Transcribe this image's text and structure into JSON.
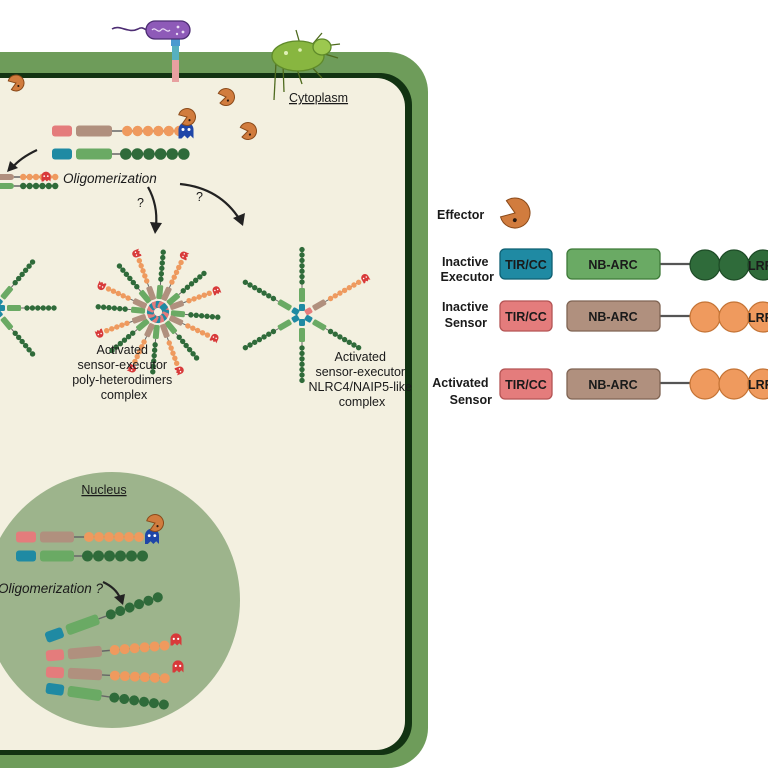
{
  "cell": {
    "cytoplasm_label": "Cytoplasm",
    "nucleus_label": "Nucleus",
    "oligomerization_label": "Oligomerization",
    "nuclear_oligomerization_label": "Oligomerization ?",
    "question_left": "?",
    "question_right": "?",
    "hetero_complex_label": [
      "Activated",
      "sensor-executor",
      "poly-heterodimers",
      "complex"
    ],
    "nlrc4_complex_label": [
      "Activated",
      "sensor-executor",
      "NLRC4/NAIP5-like",
      "complex"
    ]
  },
  "legend": {
    "effector_label": "Effector",
    "inactive_executor_label": [
      "Inactive",
      "Executor"
    ],
    "inactive_sensor_label": [
      "Inactive",
      "Sensor"
    ],
    "activated_sensor_label": [
      "Activated",
      "Sensor"
    ],
    "tir_cc": "TIR/CC",
    "nb_arc": "NB-ARC",
    "lrr": "LRR"
  },
  "colors": {
    "cell_wall": "#6e9c5a",
    "membrane": "#123312",
    "cytoplasm": "#f3f0e0",
    "nucleus": "#9db48c",
    "executor_tir": "#1f8aa3",
    "executor_nbarc": "#6aaa64",
    "executor_lrr": "#2f6b3a",
    "sensor_tir": "#e47c7c",
    "sensor_nbarc": "#b0907e",
    "sensor_lrr": "#ef9a5e",
    "effector": "#d17c3e",
    "bacterium": "#8e5ab8",
    "aphid": "#88b640"
  }
}
